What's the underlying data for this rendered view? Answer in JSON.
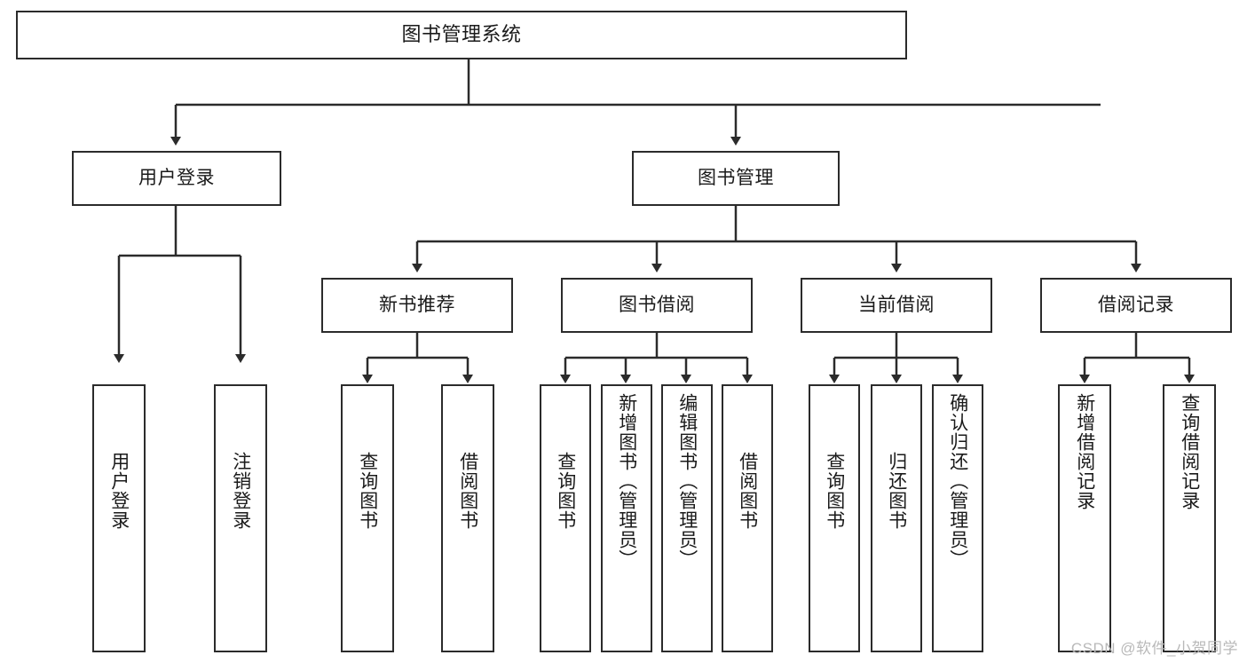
{
  "diagram": {
    "type": "tree-hierarchy-chart",
    "title": "图书管理系统",
    "watermark": "CSDN @软件_小贺同学",
    "colors": {
      "stroke": "#2b2b2b",
      "fill": "#ffffff",
      "text": "#1a1a1a",
      "watermark": "#b9b9b9"
    },
    "nodes": {
      "root": {
        "label": "图书管理系统"
      },
      "level2": [
        {
          "label": "用户登录"
        },
        {
          "label": "图书管理"
        }
      ],
      "level3": [
        {
          "label": "新书推荐"
        },
        {
          "label": "图书借阅"
        },
        {
          "label": "当前借阅"
        },
        {
          "label": "借阅记录"
        }
      ],
      "leaves": {
        "user_login": [
          {
            "label": "用户登录"
          },
          {
            "label": "注销登录"
          }
        ],
        "new_book": [
          {
            "label": "查询图书"
          },
          {
            "label": "借阅图书"
          }
        ],
        "book_borrow": [
          {
            "label": "查询图书"
          },
          {
            "label": "新增图书（管理员）"
          },
          {
            "label": "编辑图书（管理员）"
          },
          {
            "label": "借阅图书"
          }
        ],
        "current_borrow": [
          {
            "label": "查询图书"
          },
          {
            "label": "归还图书"
          },
          {
            "label": "确认归还（管理员）"
          }
        ],
        "borrow_record": [
          {
            "label": "新增借阅记录"
          },
          {
            "label": "查询借阅记录"
          }
        ]
      }
    }
  }
}
